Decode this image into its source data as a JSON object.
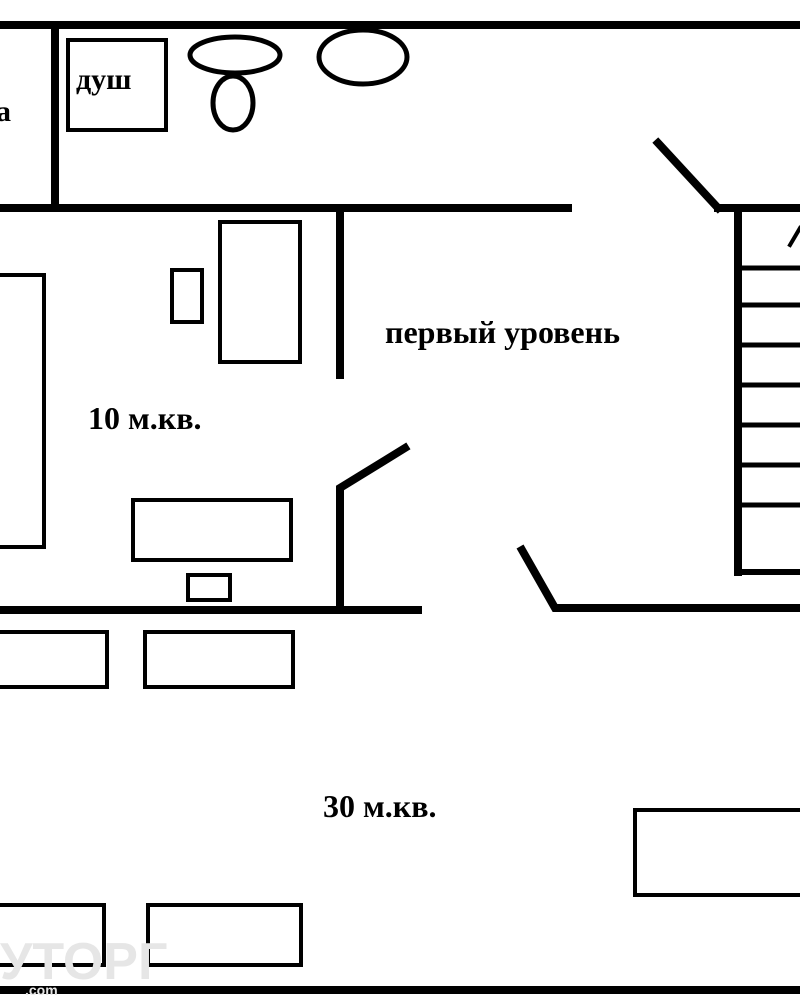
{
  "labels": {
    "shower": "душ",
    "cut_left_label": "а",
    "first_level": "первый уровень",
    "small_room_area": "10 м.кв.",
    "large_room_area": "30 м.кв."
  },
  "watermark": {
    "brand": "УТОРГ",
    "sub": ".com"
  },
  "colors": {
    "wall": "#000000",
    "background": "#ffffff",
    "watermark": "#e6e6e6"
  }
}
